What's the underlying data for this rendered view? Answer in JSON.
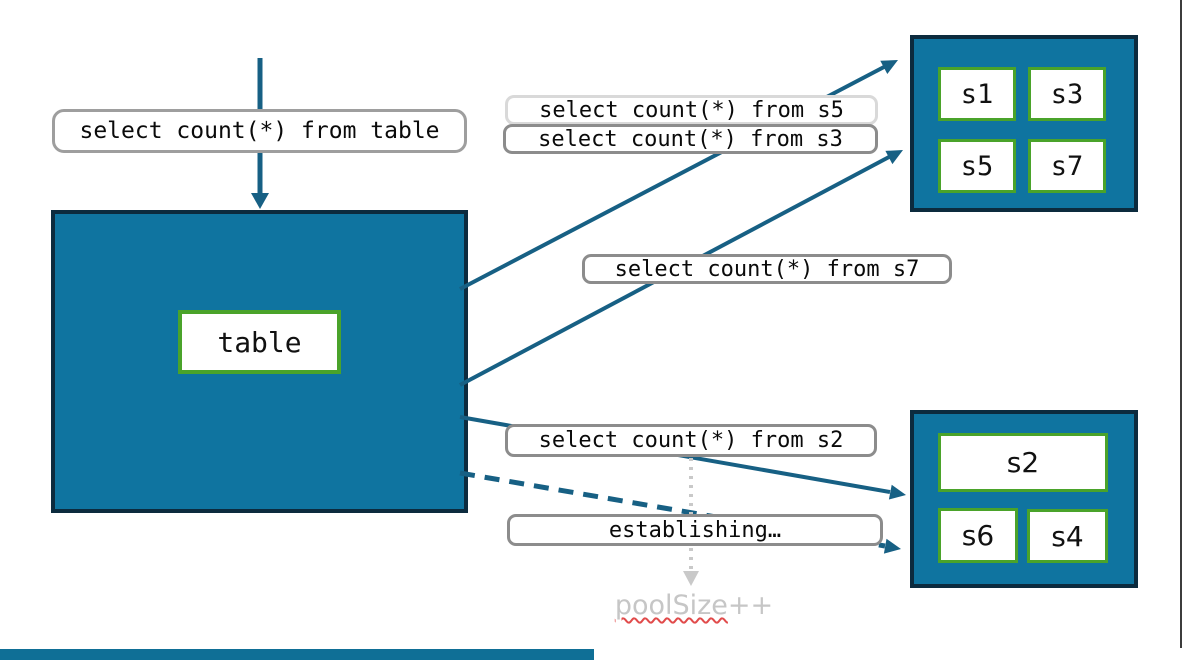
{
  "queries": {
    "table": "select count(*) from table",
    "s5": "select count(*) from s5",
    "s3": "select count(*) from s3",
    "s7": "select count(*) from s7",
    "s2": "select count(*) from s2"
  },
  "status": {
    "establishing": "establishing…",
    "pool_size_word": "poolSize",
    "pool_size_suffix": "++"
  },
  "table_box": {
    "label": "table"
  },
  "shard_group_top": {
    "shards": [
      "s1",
      "s3",
      "s5",
      "s7"
    ]
  },
  "shard_group_bottom": {
    "wide_shard": "s2",
    "shards": [
      "s6",
      "s4"
    ]
  },
  "colors": {
    "box_fill": "#0f74a0",
    "box_border": "#0c2b3e",
    "shard_border": "#4aa32a",
    "arrow": "#176084",
    "label_border": "#8c8c8c",
    "label_border_light": "#d9d9d9",
    "muted_text": "#c6c6c6",
    "dotted_connector": "#c9c9c9",
    "spellcheck_squiggle": "#e14b4b"
  }
}
